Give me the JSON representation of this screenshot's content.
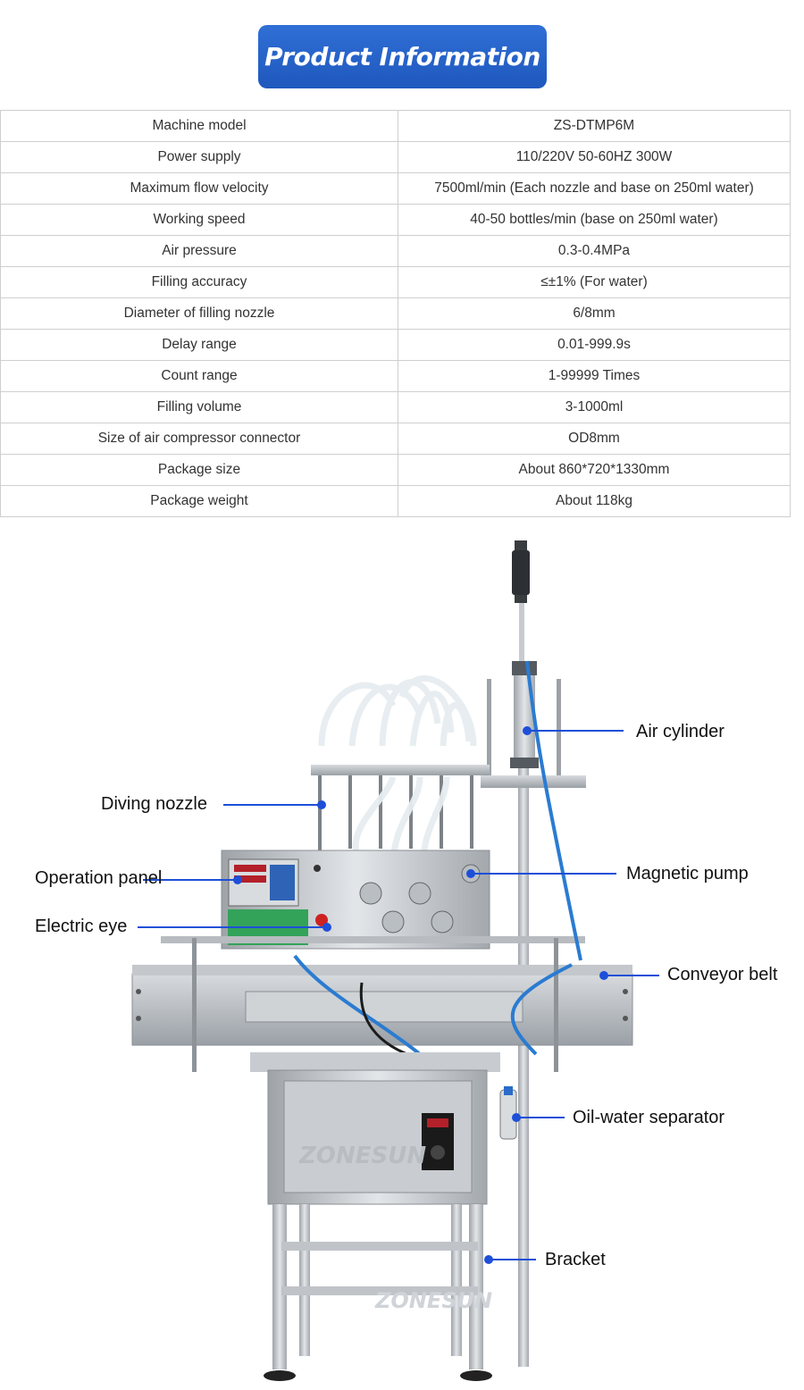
{
  "header": {
    "title": "Product Information"
  },
  "specs": [
    {
      "label": "Machine model",
      "value": "ZS-DTMP6M"
    },
    {
      "label": "Power supply",
      "value": "110/220V 50-60HZ 300W"
    },
    {
      "label": "Maximum flow velocity",
      "value": "7500ml/min (Each nozzle and base on 250ml water)"
    },
    {
      "label": "Working speed",
      "value": "40-50 bottles/min (base on 250ml water)"
    },
    {
      "label": "Air pressure",
      "value": "0.3-0.4MPa"
    },
    {
      "label": "Filling accuracy",
      "value": "≤±1% (For water)"
    },
    {
      "label": "Diameter of filling nozzle",
      "value": "6/8mm"
    },
    {
      "label": "Delay range",
      "value": "0.01-999.9s"
    },
    {
      "label": "Count range",
      "value": "1-99999 Times"
    },
    {
      "label": "Filling volume",
      "value": "3-1000ml"
    },
    {
      "label": "Size of air compressor connector",
      "value": "OD8mm"
    },
    {
      "label": "Package size",
      "value": "About 860*720*1330mm"
    },
    {
      "label": "Package weight",
      "value": "About 118kg"
    }
  ],
  "callouts": {
    "air_cylinder": "Air cylinder",
    "diving_nozzle": "Diving nozzle",
    "operation_panel": "Operation panel",
    "magnetic_pump": "Magnetic pump",
    "electric_eye": "Electric eye",
    "conveyor_belt": "Conveyor belt",
    "oil_water_separator": "Oil-water separator",
    "bracket": "Bracket"
  },
  "watermark": "ZONESUN",
  "colors": {
    "banner": "#2563c9",
    "callout_line": "#1d4fd8",
    "table_border": "#cfcfcf"
  }
}
